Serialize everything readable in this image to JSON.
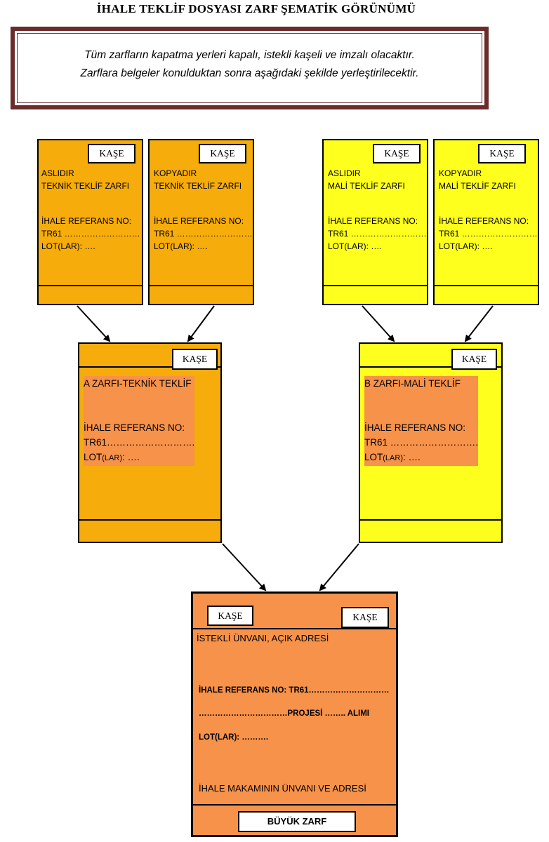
{
  "title": "İHALE TEKLİF DOSYASI ZARF ŞEMATİK GÖRÜNÜMÜ",
  "notice": {
    "line1": "Tüm zarfların kapatma yerleri kapalı, istekli kaşeli ve imzalı olacaktır.",
    "line2": "Zarflara belgeler konulduktan sonra aşağıdaki şekilde yerleştirilecektir."
  },
  "kase_label": "KAŞE",
  "small_envelopes": [
    {
      "line1": "ASLIDIR",
      "line2": "TEKNİK TEKLİF ZARFI",
      "ref": "İHALE REFERANS NO:",
      "tr": "TR61 ………………………",
      "lot": "LOT(LAR): …."
    },
    {
      "line1": "KOPYADIR",
      "line2": "TEKNİK TEKLİF ZARFI",
      "ref": "İHALE REFERANS NO:",
      "tr": "TR61 ………………………",
      "lot": "LOT(LAR): …."
    },
    {
      "line1": "ASLIDIR",
      "line2": "MALİ TEKLİF ZARFI",
      "ref": "İHALE REFERANS NO:",
      "tr": "TR61 ………………………",
      "lot": "LOT(LAR): …."
    },
    {
      "line1": "KOPYADIR",
      "line2": "MALİ TEKLİF ZARFI",
      "ref": "İHALE REFERANS NO:",
      "tr": "TR61 ………………………",
      "lot": "LOT(LAR): …."
    }
  ],
  "mid_envelopes": [
    {
      "heading": "A ZARFI-TEKNİK TEKLİF",
      "ref": "İHALE REFERANS NO:",
      "tr": "TR61……………………….",
      "lot_main": "LOT",
      "lot_small": "(LAR)",
      "lot_end": ": …."
    },
    {
      "heading": "B ZARFI-MALİ TEKLİF",
      "ref": "İHALE REFERANS NO:",
      "tr": "TR61 ……………………….",
      "lot_main": "LOT",
      "lot_small": "(LAR)",
      "lot_end": ": …."
    }
  ],
  "big_envelope": {
    "bidder": "İSTEKLİ ÜNVANI, AÇIK ADRESİ",
    "ref": "İHALE REFERANS NO: TR61…………………………",
    "project": "……………………………PROJESİ …….. ALIMI",
    "lot": "LOT(LAR): ……….",
    "authority": "İHALE MAKAMININ ÜNVANI VE ADRESİ",
    "label": "BÜYÜK ZARF"
  }
}
